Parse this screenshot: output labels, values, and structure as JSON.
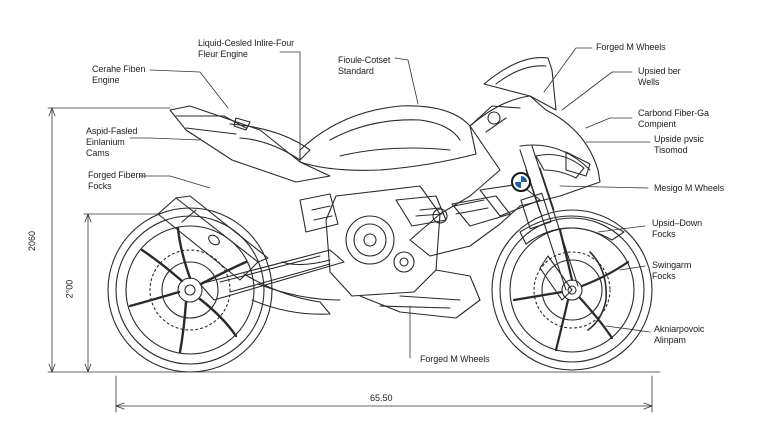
{
  "labels": {
    "engine_top": "Liquid-Cesled Inlire-Four\nFleur Engine",
    "carbon_fiber_engine": "Cerahe Fiben\nEngine",
    "finish_standard": "Fioule-Cotset\nStandard",
    "forged_wheels_top": "Forged M Wheels",
    "upside_wells": "Upsied ber\nWells",
    "carbon_fiber_component": "Carbond Fiber-Ga\nCompient",
    "upside_tisomod": "Upside pvsic\nTisomod",
    "mesigo_wheels": "Mesigo M Wheels",
    "titanium_cams": "Aspid-Fasled\nEinlanium\nCams",
    "forged_forks": "Forged Fiberm\nFocks",
    "upside_down_forks": "Upsid–Down\nFocks",
    "swingarm_forks": "Swingarm\nFocks",
    "akniarpovoic": "Akniarpovoic\nAlinpam",
    "forged_wheels_bottom": "Forged M Wheels"
  },
  "dimensions": {
    "overall_height": "2060",
    "seat_height": "2°00",
    "overall_length": "65.50"
  },
  "colors": {
    "line": "#2a2a2a",
    "background": "#ffffff",
    "brand_blue": "#1c5fa8"
  },
  "icons": {
    "badge": "roundel-logo-icon"
  }
}
